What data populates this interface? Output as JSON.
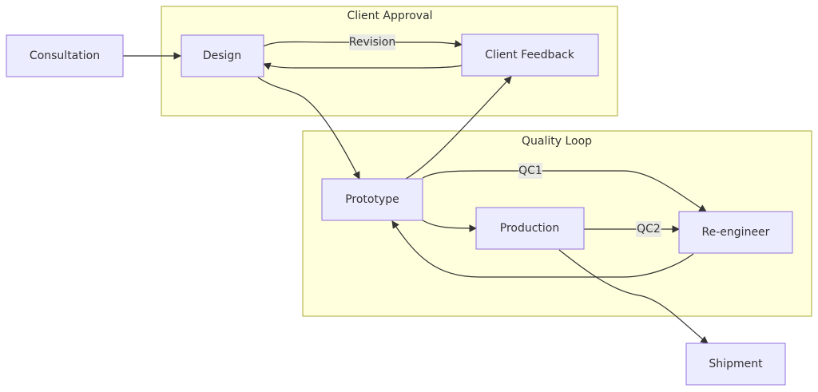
{
  "clusters": {
    "client_approval": {
      "label": "Client Approval"
    },
    "quality_loop": {
      "label": "Quality Loop"
    }
  },
  "nodes": {
    "consultation": "Consultation",
    "design": "Design",
    "client_feedback": "Client Feedback",
    "prototype": "Prototype",
    "production": "Production",
    "reengineer": "Re-engineer",
    "shipment": "Shipment"
  },
  "edges": {
    "revision": "Revision",
    "qc1": "QC1",
    "qc2": "QC2"
  },
  "colors": {
    "node_fill": "#ececff",
    "node_stroke": "#9370db",
    "cluster_fill": "#ffffde",
    "cluster_stroke": "#aaaa33",
    "edge": "#333333"
  }
}
